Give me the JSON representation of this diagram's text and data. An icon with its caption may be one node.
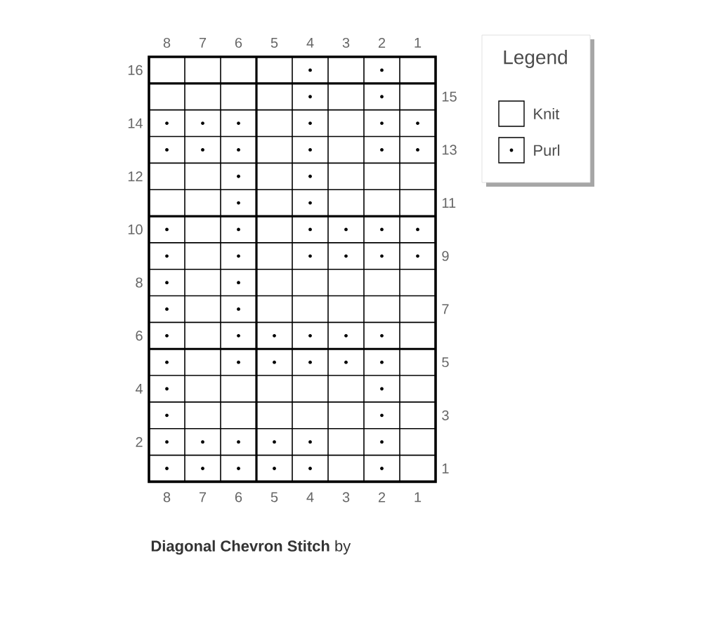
{
  "diagram": {
    "title": "**Diagonal Chevron Stitch** by",
    "labels": [
      "8",
      "7",
      "6",
      "5",
      "4",
      "3",
      "2",
      "1",
      "16",
      "15",
      "14",
      "13",
      "12",
      "11",
      "10",
      "9",
      "8",
      "7",
      "6",
      "5",
      "4",
      "3",
      "2",
      "1",
      "8",
      "7",
      "6",
      "5",
      "4",
      "3",
      "2",
      "1",
      "Legend"
    ],
    "legend": [
      {
        "text": "Knit"
      },
      {
        "text": "Purl"
      }
    ]
  }
}
